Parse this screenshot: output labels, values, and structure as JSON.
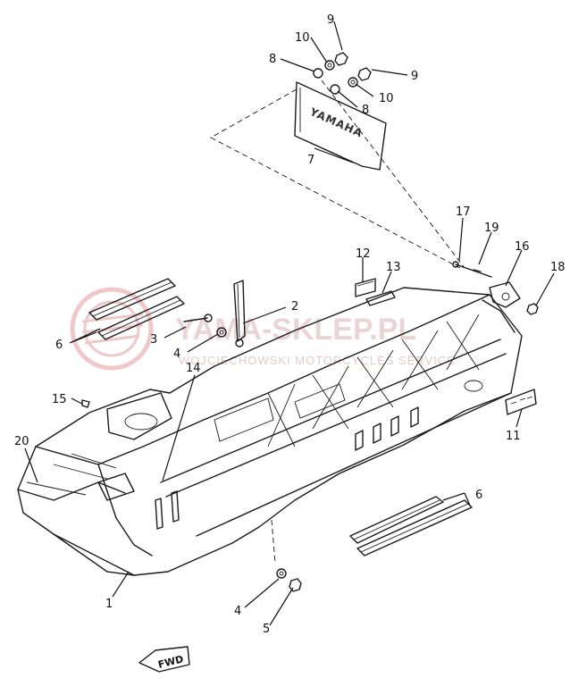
{
  "labels": {
    "p1": "1",
    "p2": "2",
    "p3": "3",
    "p4a": "4",
    "p4b": "4",
    "p5": "5",
    "p6a": "6",
    "p6b": "6",
    "p7": "7",
    "p8a": "8",
    "p8b": "8",
    "p9a": "9",
    "p9b": "9",
    "p10a": "10",
    "p10b": "10",
    "p11": "11",
    "p12": "12",
    "p13": "13",
    "p14": "14",
    "p15": "15",
    "p16": "16",
    "p17": "17",
    "p18": "18",
    "p19": "19",
    "p20": "20"
  },
  "plate_text": "YAMAHA",
  "fwd_text": "FWD",
  "watermark": {
    "brand": "YAMA-SKLEP.PL",
    "sub": "WOJCIECHOWSKI MOTORCYCLES SERVICE"
  },
  "colors": {
    "line": "#1a1a1a",
    "watermark": "#d9b3b3"
  }
}
